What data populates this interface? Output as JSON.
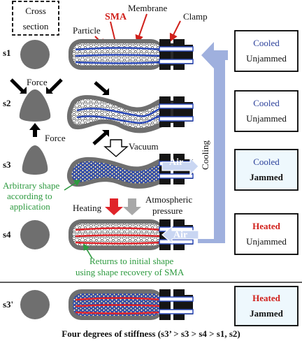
{
  "header": {
    "cross_section": [
      "Cross",
      "section"
    ],
    "sma": "SMA",
    "membrane": "Membrane",
    "clamp": "Clamp",
    "particle": "Particle"
  },
  "rows": [
    {
      "id": "s1",
      "temp": "Cooled",
      "state": "Unjammed",
      "temp_color": "#2a3f9a",
      "state_bold": false,
      "box_fill": "#ffffff"
    },
    {
      "id": "s2",
      "temp": "Cooled",
      "state": "Unjammed",
      "temp_color": "#2a3f9a",
      "state_bold": false,
      "box_fill": "#ffffff"
    },
    {
      "id": "s3",
      "temp": "Cooled",
      "state": "Jammed",
      "temp_color": "#2a3f9a",
      "state_bold": true,
      "box_fill": "#eef8fd"
    },
    {
      "id": "s4",
      "temp": "Heated",
      "state": "Unjammed",
      "temp_color": "#d0201b",
      "state_bold": false,
      "box_fill": "#ffffff"
    },
    {
      "id": "s3'",
      "temp": "Heated",
      "state": "Jammed",
      "temp_color": "#d0201b",
      "state_bold": true,
      "box_fill": "#eef8fd"
    }
  ],
  "labels": {
    "force_top": "Force",
    "force_bottom": "Force",
    "vacuum": "Vacuum",
    "air": "Air",
    "heating": "Heating",
    "atmospheric": [
      "Atmospheric",
      "pressure"
    ],
    "arbitrary": [
      "Arbitrary shape",
      "according to",
      "application"
    ],
    "returns": [
      "Returns to initial shape",
      "using shape recovery of SMA"
    ],
    "cooling": "Cooling"
  },
  "footer": "Four degrees of stiffness (s3’ > s3 > s4 > s1, s2)",
  "colors": {
    "membrane": "#6f6f6f",
    "particle_fill": "#ffffff",
    "sma_cool": "#2b49b8",
    "sma_hot": "#e0242a",
    "jammed_fill": "#2f4fc0",
    "cooling_arrow": "#9fb0de",
    "label_green": "#2d9a3f",
    "label_red": "#d0201b"
  }
}
